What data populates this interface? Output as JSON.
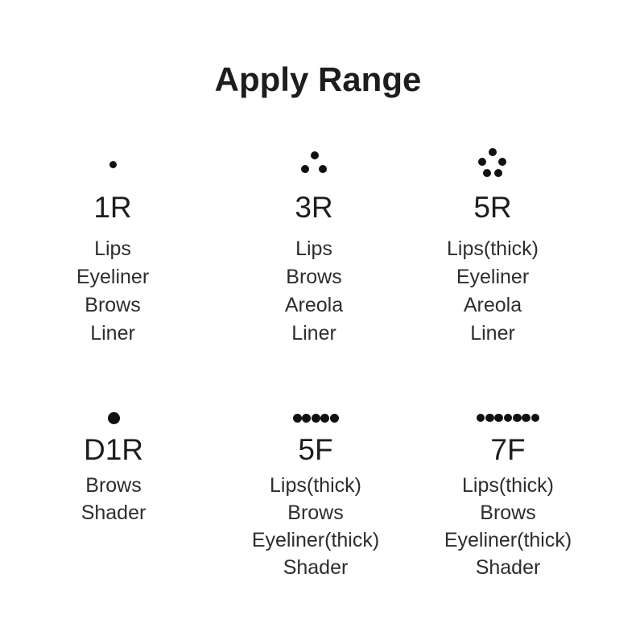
{
  "page": {
    "background_color": "#ffffff",
    "heading_color": "#1d1d1d",
    "body_text_color": "#2d2d2d",
    "dot_color": "#111111"
  },
  "title": "Apply Range",
  "needles": [
    {
      "label": "1R",
      "dot_count": 1,
      "pattern": "round-1",
      "uses": [
        "Lips",
        "Eyeliner",
        "Brows",
        "Liner"
      ]
    },
    {
      "label": "3R",
      "dot_count": 3,
      "pattern": "round-3",
      "uses": [
        "Lips",
        "Brows",
        "Areola",
        "Liner"
      ]
    },
    {
      "label": "5R",
      "dot_count": 5,
      "pattern": "round-5",
      "uses": [
        "Lips(thick)",
        "Eyeliner",
        "Areola",
        "Liner"
      ]
    },
    {
      "label": "D1R",
      "dot_count": 1,
      "pattern": "single-large",
      "uses": [
        "Brows",
        "Shader"
      ]
    },
    {
      "label": "5F",
      "dot_count": 5,
      "pattern": "flat-5",
      "uses": [
        "Lips(thick)",
        "Brows",
        "Eyeliner(thick)",
        "Shader"
      ]
    },
    {
      "label": "7F",
      "dot_count": 7,
      "pattern": "flat-7",
      "uses": [
        "Lips(thick)",
        "Brows",
        "Eyeliner(thick)",
        "Shader"
      ]
    }
  ]
}
